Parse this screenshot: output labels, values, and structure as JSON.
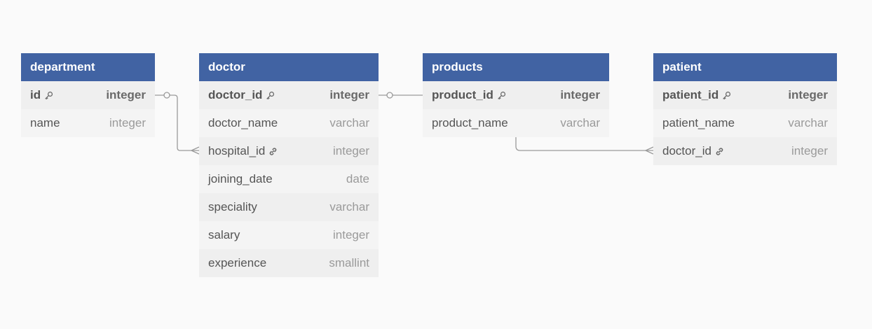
{
  "tables": {
    "department": {
      "title": "department",
      "rows": [
        {
          "name": "id",
          "type": "integer",
          "icon": "key-icon"
        },
        {
          "name": "name",
          "type": "integer",
          "icon": ""
        }
      ]
    },
    "doctor": {
      "title": "doctor",
      "rows": [
        {
          "name": "doctor_id",
          "type": "integer",
          "icon": "key-icon"
        },
        {
          "name": "doctor_name",
          "type": "varchar",
          "icon": ""
        },
        {
          "name": "hospital_id",
          "type": "integer",
          "icon": "link-icon"
        },
        {
          "name": "joining_date",
          "type": "date",
          "icon": ""
        },
        {
          "name": "speciality",
          "type": "varchar",
          "icon": ""
        },
        {
          "name": "salary",
          "type": "integer",
          "icon": ""
        },
        {
          "name": "experience",
          "type": "smallint",
          "icon": ""
        }
      ]
    },
    "products": {
      "title": "products",
      "rows": [
        {
          "name": "product_id",
          "type": "integer",
          "icon": "key-icon"
        },
        {
          "name": "product_name",
          "type": "varchar",
          "icon": ""
        }
      ]
    },
    "patient": {
      "title": "patient",
      "rows": [
        {
          "name": "patient_id",
          "type": "integer",
          "icon": "key-icon"
        },
        {
          "name": "patient_name",
          "type": "varchar",
          "icon": ""
        },
        {
          "name": "doctor_id",
          "type": "integer",
          "icon": "link-icon"
        }
      ]
    }
  },
  "relationships": [
    {
      "from": "department.id",
      "to": "doctor.hospital_id",
      "cardinality": "one-to-many"
    },
    {
      "from": "doctor.doctor_id",
      "to": "products.product_id",
      "cardinality": "one-to-one"
    },
    {
      "from": "products.product_name",
      "to": "patient.doctor_id",
      "cardinality": "one-to-many"
    }
  ],
  "colors": {
    "header": "#4163a3",
    "background": "#fafafa",
    "row_odd": "#efefef",
    "row_even": "#f4f4f4",
    "connector": "#9a9a9a"
  }
}
